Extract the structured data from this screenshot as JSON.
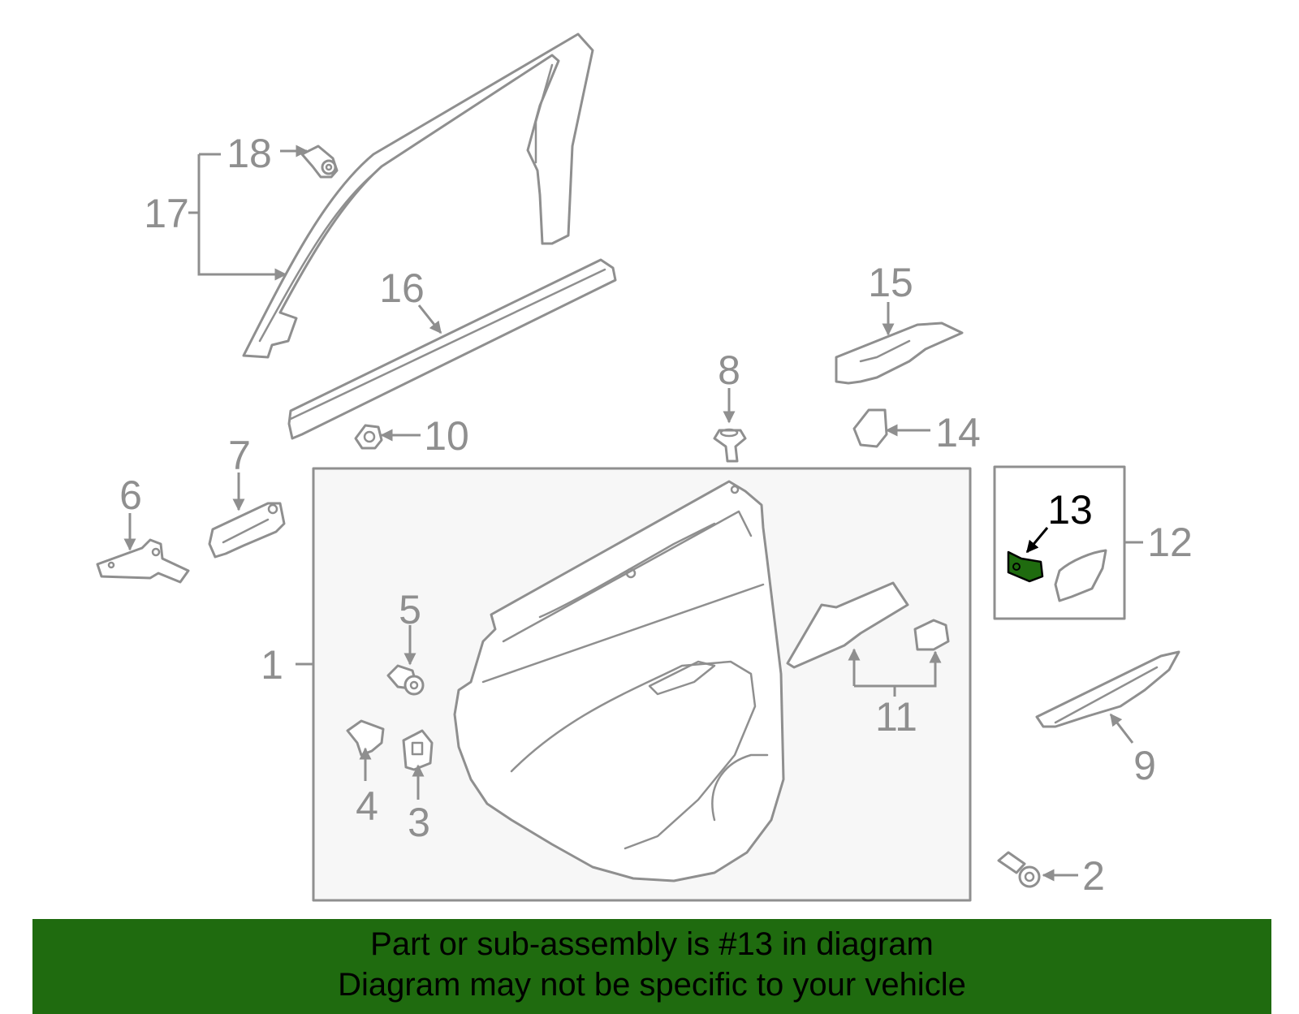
{
  "diagram": {
    "callouts": {
      "c1": "1",
      "c2": "2",
      "c3": "3",
      "c4": "4",
      "c5": "5",
      "c6": "6",
      "c7": "7",
      "c8": "8",
      "c9": "9",
      "c10": "10",
      "c11": "11",
      "c12": "12",
      "c13": "13",
      "c14": "14",
      "c15": "15",
      "c16": "16",
      "c17": "17",
      "c18": "18"
    },
    "highlighted_part": "13",
    "colors": {
      "line": "#8f8f8f",
      "highlight_fill": "#1f6b0f",
      "panel_fill": "#f7f7f7",
      "banner": "#1f6b0f"
    }
  },
  "banner": {
    "line1": "Part or sub-assembly is #13 in diagram",
    "line2": "Diagram may not be specific to your vehicle"
  }
}
